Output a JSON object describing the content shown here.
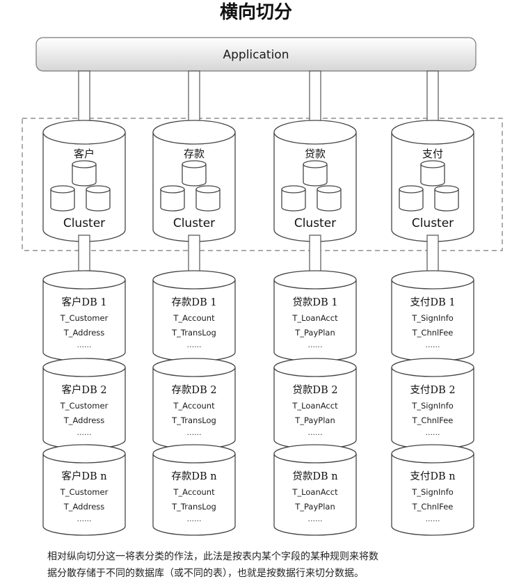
{
  "title": "横向切分",
  "application": "Application",
  "cluster_label": "Cluster",
  "columns": [
    {
      "name": "客户",
      "dbs": [
        {
          "name": "客户DB 1",
          "tables": [
            "T_Customer",
            "T_Address"
          ],
          "more": "......"
        },
        {
          "name": "客户DB 2",
          "tables": [
            "T_Customer",
            "T_Address"
          ],
          "more": "......"
        },
        {
          "name": "客户DB n",
          "tables": [
            "T_Customer",
            "T_Address"
          ],
          "more": "......"
        }
      ]
    },
    {
      "name": "存款",
      "dbs": [
        {
          "name": "存款DB 1",
          "tables": [
            "T_Account",
            "T_TransLog"
          ],
          "more": "......"
        },
        {
          "name": "存款DB 2",
          "tables": [
            "T_Account",
            "T_TransLog"
          ],
          "more": "......"
        },
        {
          "name": "存款DB n",
          "tables": [
            "T_Account",
            "T_TransLog"
          ],
          "more": "......"
        }
      ]
    },
    {
      "name": "贷款",
      "dbs": [
        {
          "name": "贷款DB 1",
          "tables": [
            "T_LoanAcct",
            "T_PayPlan"
          ],
          "more": "......"
        },
        {
          "name": "贷款DB 2",
          "tables": [
            "T_LoanAcct",
            "T_PayPlan"
          ],
          "more": "......"
        },
        {
          "name": "贷款DB n",
          "tables": [
            "T_LoanAcct",
            "T_PayPlan"
          ],
          "more": "......"
        }
      ]
    },
    {
      "name": "支付",
      "dbs": [
        {
          "name": "支付DB 1",
          "tables": [
            "T_SignInfo",
            "T_ChnlFee"
          ],
          "more": "......"
        },
        {
          "name": "支付DB 2",
          "tables": [
            "T_SignInfo",
            "T_ChnlFee"
          ],
          "more": "......"
        },
        {
          "name": "支付DB n",
          "tables": [
            "T_SignInfo",
            "T_ChnlFee"
          ],
          "more": "......"
        }
      ]
    }
  ],
  "caption": [
    "相对纵向切分这一将表分类的作法，此法是按表内某个字段的某种规则来将数",
    "据分散存储于不同的数据库（或不同的表），也就是按数据行来切分数据。"
  ]
}
